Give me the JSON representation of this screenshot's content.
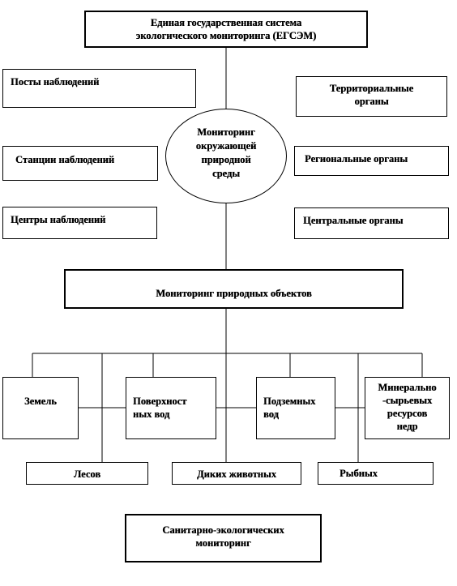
{
  "root": "Единая государственная система\nэкологического  мониторинга (ЕГСЭМ)",
  "center": "Мониторинг\nокружающей\nприродной\nсреды",
  "left_nodes": [
    "Посты наблюдений",
    "Станции наблюдений",
    "Центры наблюдений"
  ],
  "right_nodes": [
    "Территориальные\nорганы",
    "Региональные органы",
    "Центральные органы"
  ],
  "natural_objects": "Мониторинг природных объектов",
  "objects_row1": [
    "Земель",
    "Поверхност\nных вод",
    "Подземных\nвод",
    "Минерально\n-сырьевых\nресурсов\nнедр"
  ],
  "objects_row2": [
    "Лесов",
    "Диких животных",
    "Рыбных"
  ],
  "sanitary": "Санитарно-экологических\nмониторинг"
}
